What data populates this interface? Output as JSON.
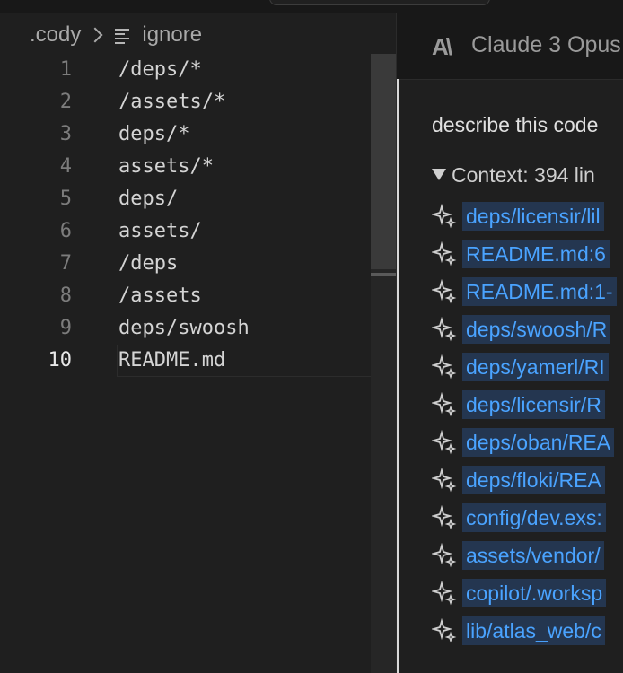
{
  "editor": {
    "breadcrumb": {
      "folder": ".cody",
      "file": "ignore"
    },
    "lines": [
      {
        "num": "1",
        "text": "/deps/*"
      },
      {
        "num": "2",
        "text": "/assets/*"
      },
      {
        "num": "3",
        "text": "deps/*"
      },
      {
        "num": "4",
        "text": "assets/*"
      },
      {
        "num": "5",
        "text": "deps/"
      },
      {
        "num": "6",
        "text": "assets/"
      },
      {
        "num": "7",
        "text": "/deps"
      },
      {
        "num": "8",
        "text": "/assets"
      },
      {
        "num": "9",
        "text": "deps/swoosh"
      },
      {
        "num": "10",
        "text": "README.md"
      }
    ],
    "current_line": 10
  },
  "chat": {
    "logo_text": "A\\",
    "tab_title": "Claude 3 Opus",
    "question": "describe this code",
    "context_label": "Context: 394 lin",
    "context_items": [
      "deps/licensir/lil",
      "README.md:6",
      "README.md:1-",
      "deps/swoosh/R",
      "deps/yamerl/RI",
      "deps/licensir/R",
      "deps/oban/REA",
      "deps/floki/REA",
      "config/dev.exs:",
      "assets/vendor/",
      "copilot/.worksp",
      "lib/atlas_web/c"
    ],
    "link_color": "#4aa3ff"
  }
}
